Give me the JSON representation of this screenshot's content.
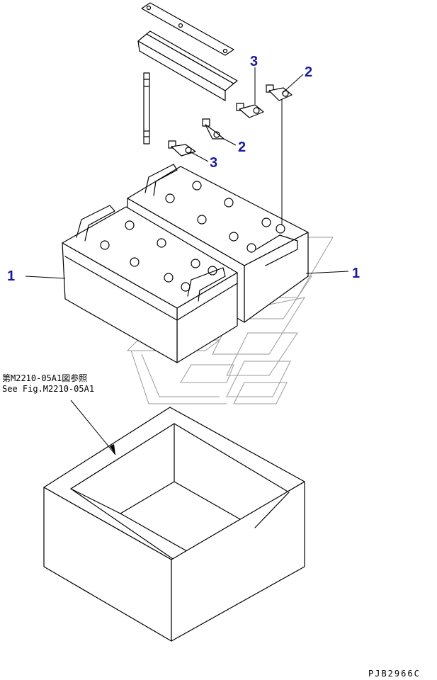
{
  "callouts": {
    "left_battery": "1",
    "right_battery": "1",
    "clamp_upper_right": "2",
    "clamp_mid": "2",
    "clamp_upper": "3",
    "clamp_lower": "3"
  },
  "reference_note": {
    "japanese": "第M2210-05A1図参照",
    "english": "See Fig.M2210-05A1"
  },
  "drawing_code": "PJB2966C",
  "colors": {
    "callout": "#1a1aa0",
    "line": "#000000",
    "watermark": "#9a9a9a"
  }
}
